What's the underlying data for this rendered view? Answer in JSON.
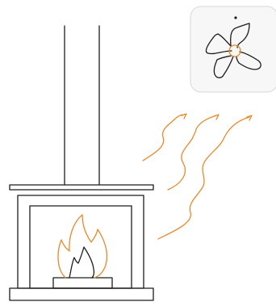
{
  "scene": {
    "objects": [
      "fireplace",
      "chimney-pipe",
      "fire",
      "heat-waves",
      "fan"
    ],
    "icons": {
      "fireplace": "fireplace-icon",
      "fire": "flame-icon",
      "heat": "heat-wave-icon",
      "fan": "fan-icon"
    }
  },
  "colors": {
    "outline": "#1c1c1c",
    "accent": "#e8892b",
    "fan_card_fill": "#f7f7f7",
    "fan_card_border": "#d7d7d7",
    "background": "#ffffff"
  }
}
